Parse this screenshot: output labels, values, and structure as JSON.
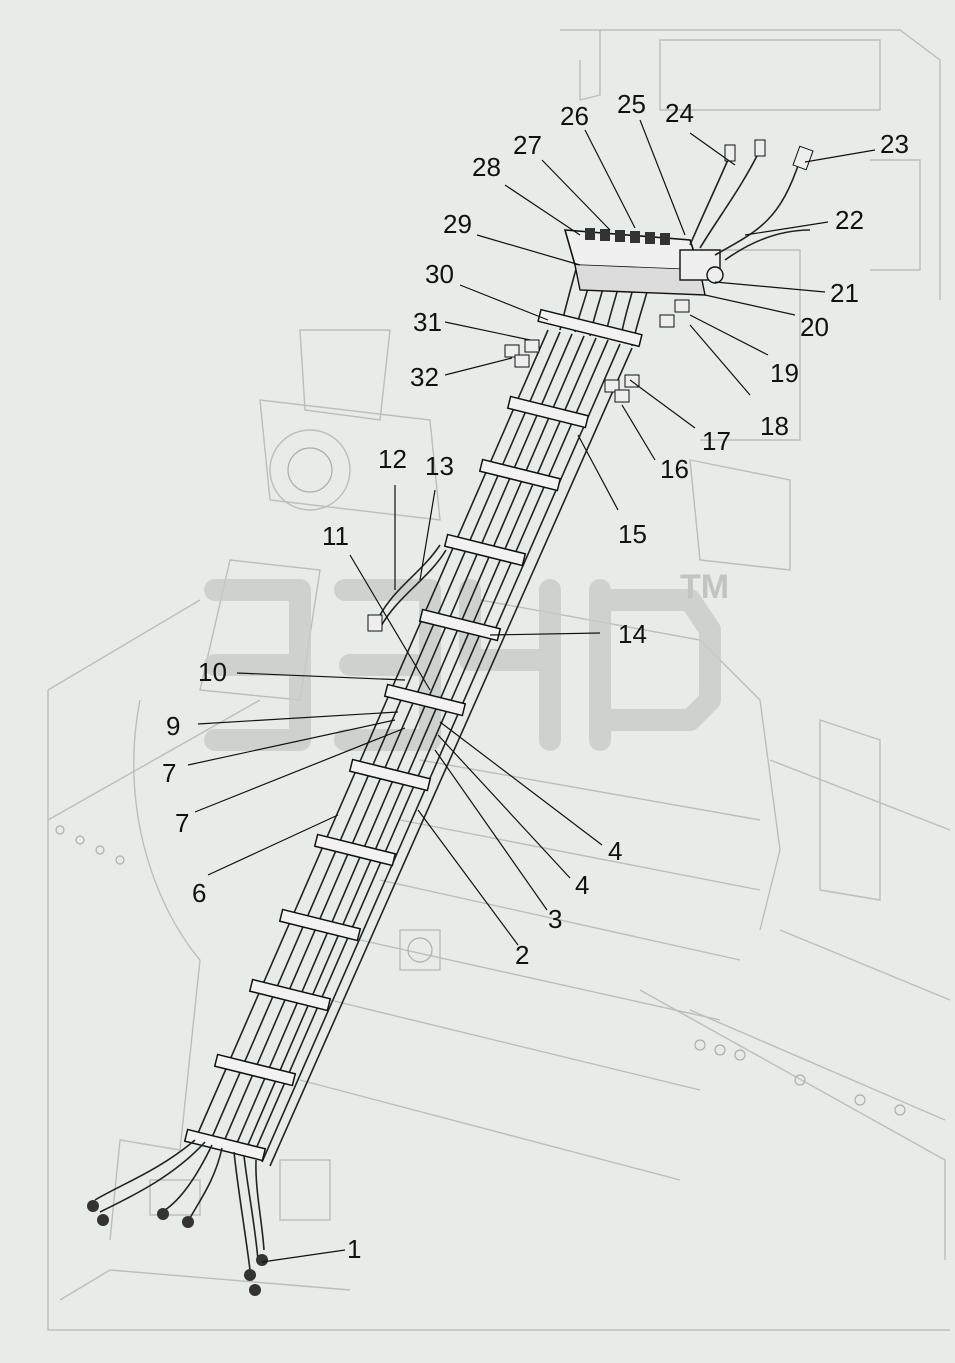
{
  "diagram": {
    "watermark_tm": "TM",
    "callouts": [
      {
        "id": "c1",
        "label": "1"
      },
      {
        "id": "c2",
        "label": "2"
      },
      {
        "id": "c3",
        "label": "3"
      },
      {
        "id": "c4a",
        "label": "4"
      },
      {
        "id": "c4b",
        "label": "4"
      },
      {
        "id": "c6",
        "label": "6"
      },
      {
        "id": "c7a",
        "label": "7"
      },
      {
        "id": "c7b",
        "label": "7"
      },
      {
        "id": "c9",
        "label": "9"
      },
      {
        "id": "c10",
        "label": "10"
      },
      {
        "id": "c11",
        "label": "11"
      },
      {
        "id": "c12",
        "label": "12"
      },
      {
        "id": "c13",
        "label": "13"
      },
      {
        "id": "c14",
        "label": "14"
      },
      {
        "id": "c15",
        "label": "15"
      },
      {
        "id": "c16",
        "label": "16"
      },
      {
        "id": "c17",
        "label": "17"
      },
      {
        "id": "c18",
        "label": "18"
      },
      {
        "id": "c19",
        "label": "19"
      },
      {
        "id": "c20",
        "label": "20"
      },
      {
        "id": "c21",
        "label": "21"
      },
      {
        "id": "c22",
        "label": "22"
      },
      {
        "id": "c23",
        "label": "23"
      },
      {
        "id": "c24",
        "label": "24"
      },
      {
        "id": "c25",
        "label": "25"
      },
      {
        "id": "c26",
        "label": "26"
      },
      {
        "id": "c27",
        "label": "27"
      },
      {
        "id": "c28",
        "label": "28"
      },
      {
        "id": "c29",
        "label": "29"
      },
      {
        "id": "c30",
        "label": "30"
      },
      {
        "id": "c31",
        "label": "31"
      },
      {
        "id": "c32",
        "label": "32"
      }
    ]
  }
}
